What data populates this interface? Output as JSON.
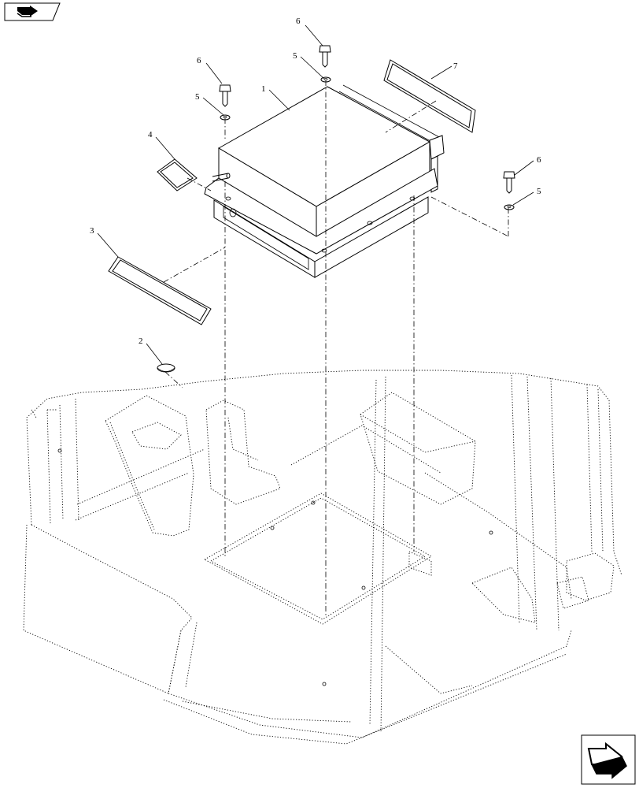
{
  "callouts": [
    {
      "id": "c6a",
      "text": "6"
    },
    {
      "id": "c5a",
      "text": "5"
    },
    {
      "id": "c7",
      "text": "7"
    },
    {
      "id": "c6b",
      "text": "6"
    },
    {
      "id": "c5b",
      "text": "5"
    },
    {
      "id": "c1",
      "text": "1"
    },
    {
      "id": "c4",
      "text": "4"
    },
    {
      "id": "c6c",
      "text": "6"
    },
    {
      "id": "c5c",
      "text": "5"
    },
    {
      "id": "c3",
      "text": "3"
    },
    {
      "id": "c2",
      "text": "2"
    }
  ],
  "icons": {
    "top_left": "back-arrow-icon",
    "bottom_right": "next-arrow-icon"
  }
}
